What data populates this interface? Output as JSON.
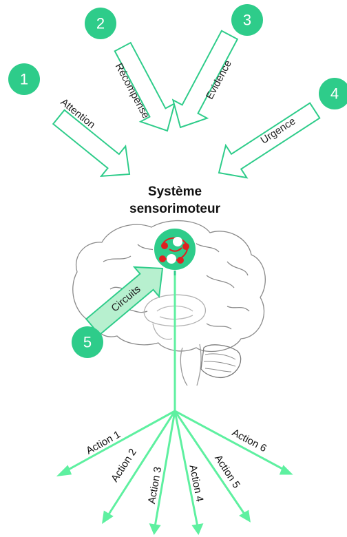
{
  "title": {
    "line1": "Système",
    "line2": "sensorimoteur"
  },
  "inputs": [
    {
      "number": "1",
      "label": "Attention"
    },
    {
      "number": "2",
      "label": "Récompense"
    },
    {
      "number": "3",
      "label": "Evidence"
    },
    {
      "number": "4",
      "label": "Urgence"
    }
  ],
  "circuits": {
    "number": "5",
    "label": "Circuits"
  },
  "actions": [
    "Action 1",
    "Action 2",
    "Action 3",
    "Action 4",
    "Action 5",
    "Action 6"
  ],
  "colors": {
    "accent_green": "#2ecc8a",
    "light_green": "#b7f0cf",
    "line_green": "#5ef0a0",
    "node_red": "#e02020",
    "brain_outline": "#8a8a8a"
  }
}
